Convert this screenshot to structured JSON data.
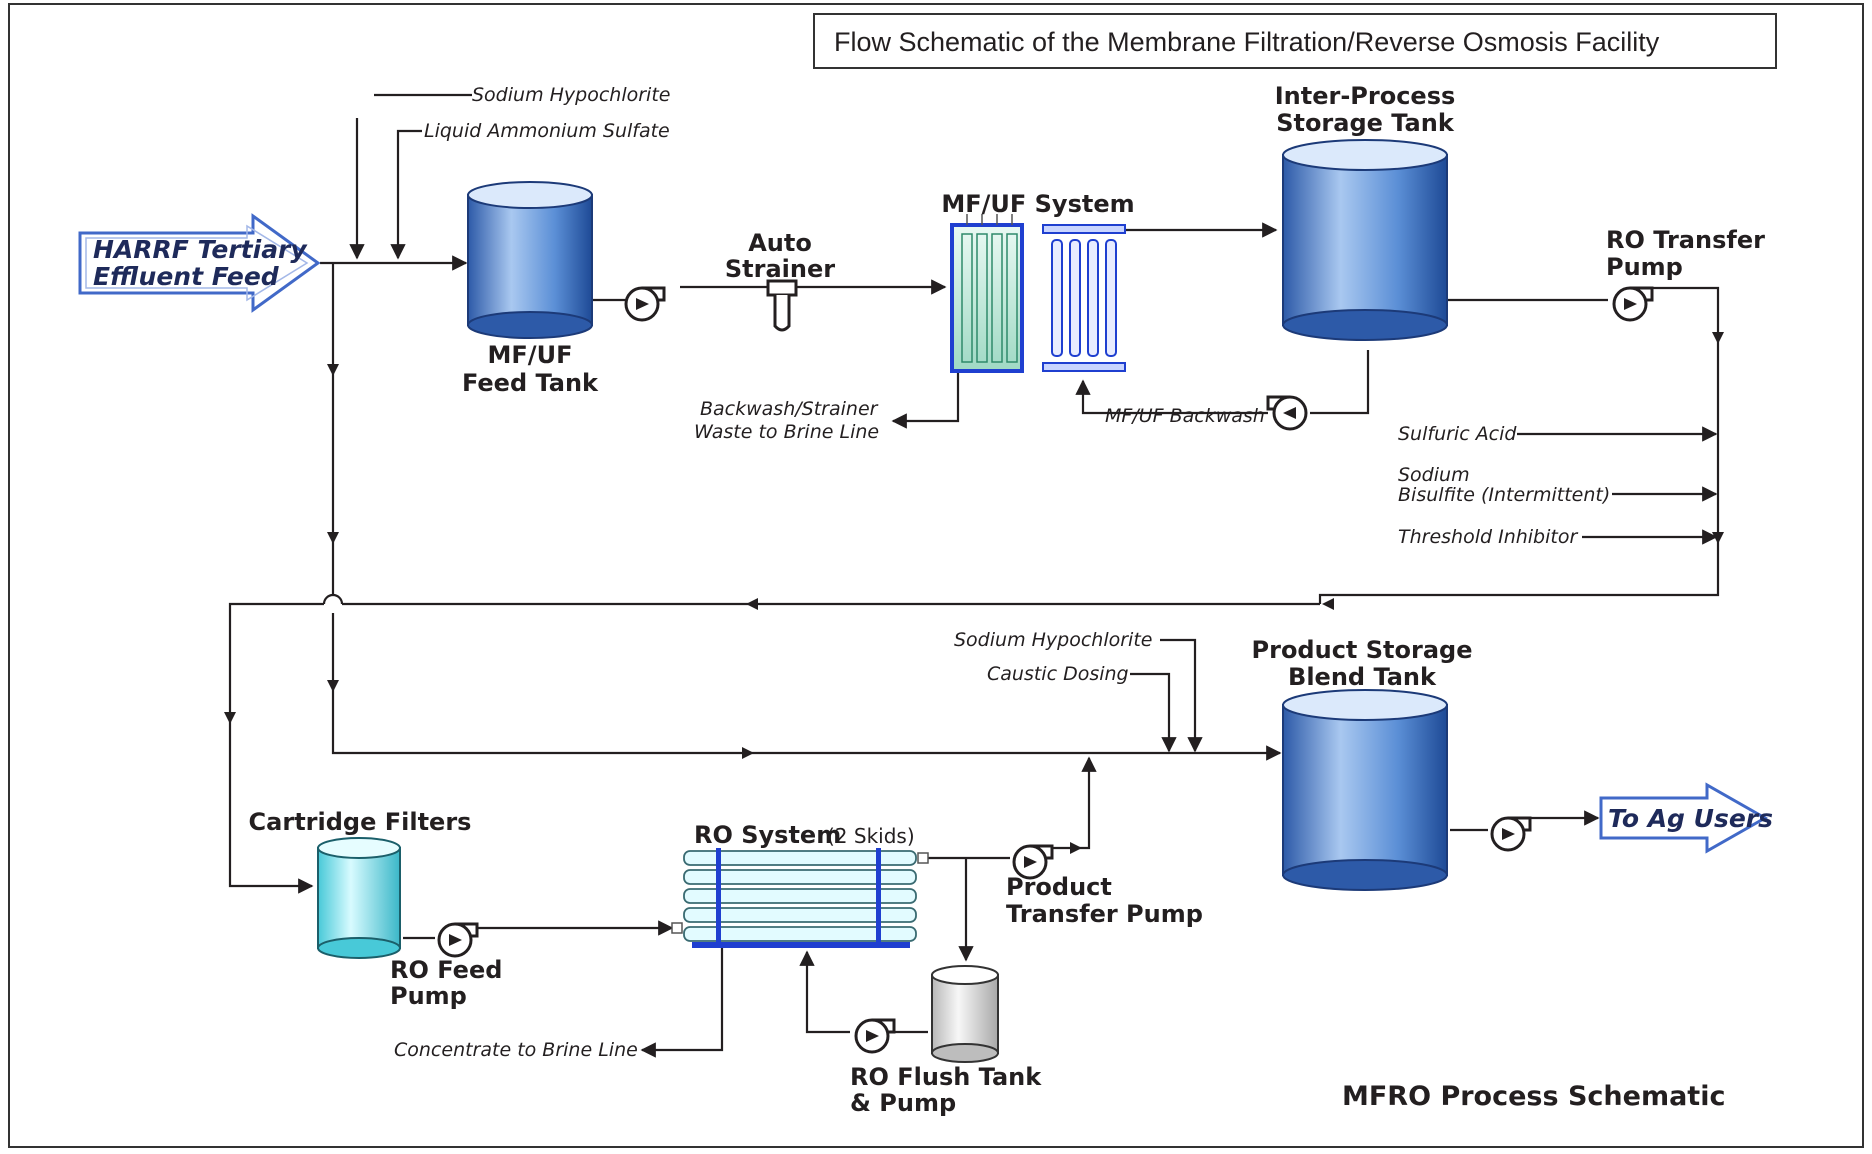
{
  "header": {
    "title": "Flow Schematic of the Membrane Filtration/Reverse Osmosis Facility"
  },
  "footer": {
    "caption": "MFRO Process Schematic"
  },
  "inputs": {
    "feed": [
      "HARRF Tertiary",
      "Effluent Feed"
    ],
    "output": "To Ag Users"
  },
  "chemicals": {
    "sodium_hypochlorite": "Sodium Hypochlorite",
    "liquid_ammonium_sulfate": "Liquid Ammonium Sulfate",
    "sulfuric_acid": "Sulfuric Acid",
    "sodium_bisulfite": [
      "Sodium",
      "Bisulfite (Intermittent)"
    ],
    "threshold_inhibitor": "Threshold Inhibitor",
    "sodium_hypochlorite_2": "Sodium Hypochlorite",
    "caustic_dosing": "Caustic Dosing"
  },
  "equipment": {
    "mfuf_feed_tank": [
      "MF/UF",
      "Feed Tank"
    ],
    "auto_strainer": [
      "Auto",
      "Strainer"
    ],
    "mfuf_system": "MF/UF System",
    "inter_process_tank": [
      "Inter-Process",
      "Storage Tank"
    ],
    "ro_transfer_pump": [
      "RO Transfer",
      "Pump"
    ],
    "product_storage_tank": [
      "Product Storage",
      "Blend Tank"
    ],
    "cartridge_filters": "Cartridge Filters",
    "ro_system": "RO System",
    "ro_system_note": "(2 Skids)",
    "ro_feed_pump": [
      "RO Feed",
      "Pump"
    ],
    "product_transfer_pump": [
      "Product",
      "Transfer Pump"
    ],
    "ro_flush": [
      "RO Flush Tank",
      "& Pump"
    ]
  },
  "streams": {
    "backwash_waste": [
      "Backwash/Strainer",
      "Waste to Brine Line"
    ],
    "mfuf_backwash": "MF/UF Backwash",
    "concentrate": "Concentrate to Brine Line"
  },
  "colors": {
    "tank_blue": "#4f81bd",
    "cartridge_cyan": "#7fe3ef",
    "flush_grey": "#d9d9d9",
    "arrow_outline": "#4169c8",
    "membrane_blue": "#1f3fd0"
  }
}
